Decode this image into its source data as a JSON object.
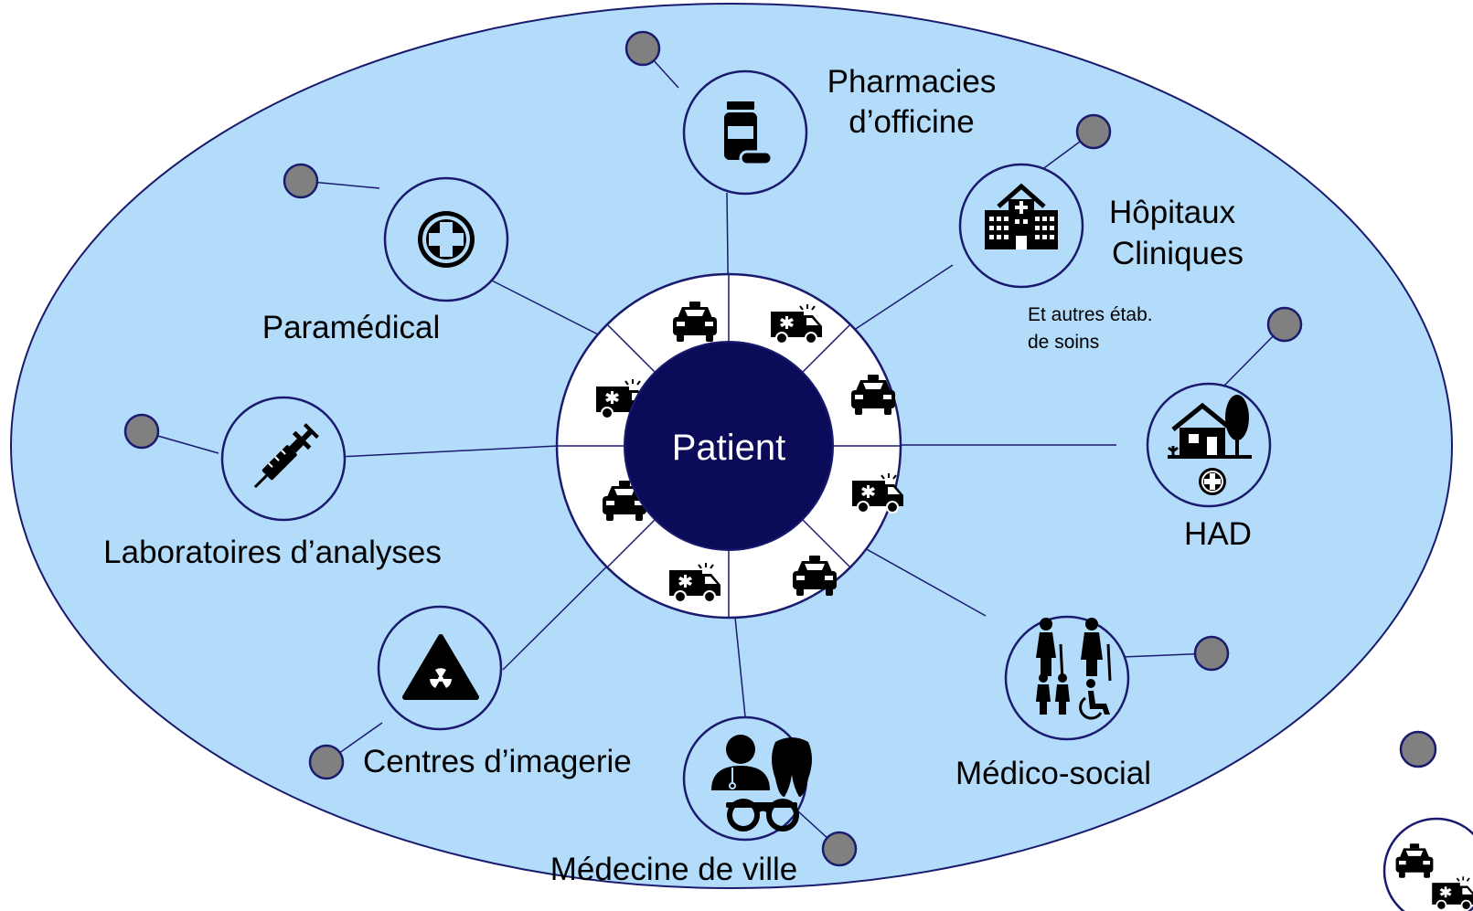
{
  "center": {
    "label": "Patient"
  },
  "nodes": [
    {
      "id": "pharmacies",
      "lines": [
        "Pharmacies",
        "d’officine"
      ],
      "icon": "medicine-bottle-icon"
    },
    {
      "id": "hopitaux",
      "lines": [
        "Hôpitaux",
        "Cliniques"
      ],
      "icon": "hospital-icon"
    },
    {
      "id": "had",
      "lines": [
        "HAD"
      ],
      "icon": "home-care-icon"
    },
    {
      "id": "medico-social",
      "lines": [
        "Médico-social"
      ],
      "icon": "elderly-disabled-icon"
    },
    {
      "id": "medecine-ville",
      "lines": [
        "Médecine de ville"
      ],
      "icon": "doctor-tooth-glasses-icon"
    },
    {
      "id": "imagerie",
      "lines": [
        "Centres d’imagerie"
      ],
      "icon": "radiation-icon"
    },
    {
      "id": "laboratoires",
      "lines": [
        "Laboratoires d’analyses"
      ],
      "icon": "syringe-icon"
    },
    {
      "id": "paramedical",
      "lines": [
        "Paramédical"
      ],
      "icon": "medical-cross-icon"
    }
  ],
  "notes": {
    "hopitaux_extra": [
      "Et autres étab.",
      "de soins"
    ]
  },
  "ring_icons": [
    "taxi-icon",
    "ambulance-icon",
    "taxi-icon",
    "ambulance-icon",
    "taxi-icon",
    "ambulance-icon",
    "taxi-icon",
    "ambulance-icon"
  ],
  "colors": {
    "ellipse_fill": "#b3dcfb",
    "ellipse_stroke": "#1a1a6e",
    "center_fill": "#0b0b5a",
    "node_fill": "#b3dcfb",
    "dot_fill": "#808080"
  }
}
